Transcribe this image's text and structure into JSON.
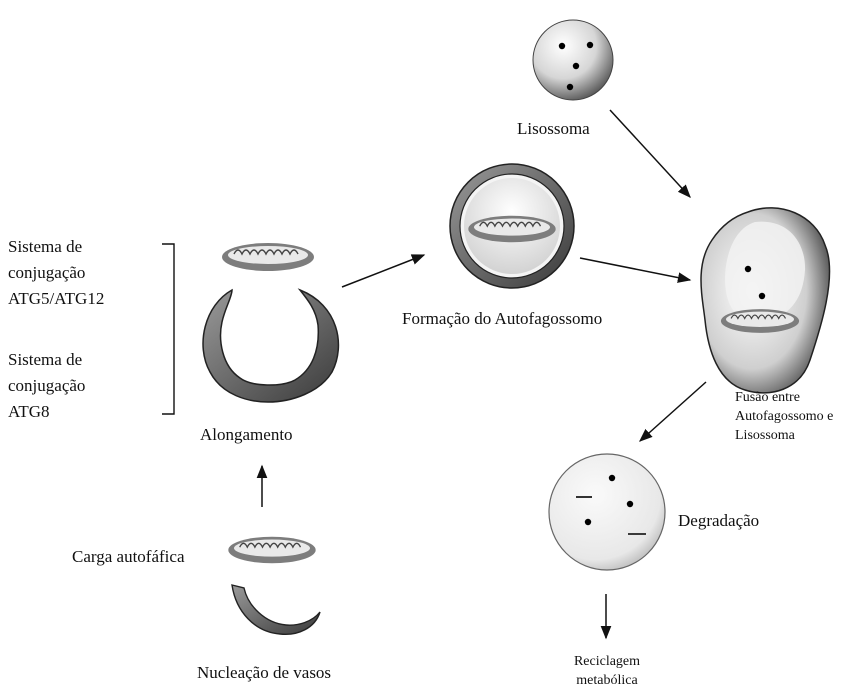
{
  "labels": {
    "lysosome": "Lisossoma",
    "autophagosome_formation": "Formação do Autofagossomo",
    "fusion": [
      "Fusão entre",
      "Autofagossomo e",
      "Lisossoma"
    ],
    "system1": [
      "Sistema de",
      "conjugação",
      "ATG5/ATG12"
    ],
    "system2": [
      "Sistema de",
      "conjugação",
      "ATG8"
    ],
    "elongation": "Alongamento",
    "cargo": "Carga autofáfica",
    "degradation": "Degradação",
    "recycling": [
      "Reciclagem",
      "metabólica"
    ],
    "nucleation": "Nucleação de vasos"
  }
}
